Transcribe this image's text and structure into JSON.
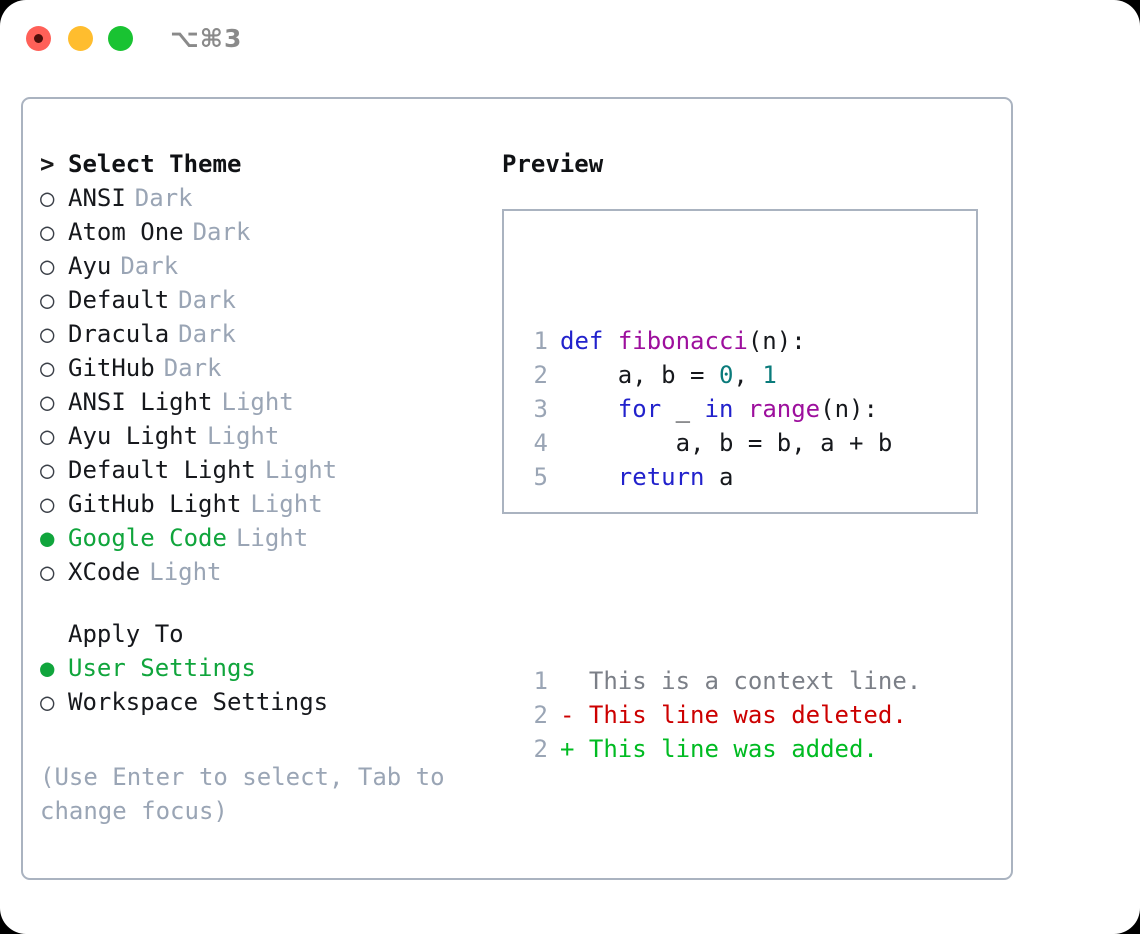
{
  "window": {
    "shortcut": "⌥⌘3",
    "traffic_lights": [
      {
        "name": "close",
        "color": "#ff6058"
      },
      {
        "name": "minimize",
        "color": "#ffbd2e"
      },
      {
        "name": "maximize",
        "color": "#19c332"
      }
    ]
  },
  "theme_list": {
    "heading": {
      "marker": ">",
      "label": "Select Theme"
    },
    "items": [
      {
        "marker": "○",
        "label": "ANSI",
        "suffix": "Dark",
        "selected": false
      },
      {
        "marker": "○",
        "label": "Atom One",
        "suffix": "Dark",
        "selected": false
      },
      {
        "marker": "○",
        "label": "Ayu",
        "suffix": "Dark",
        "selected": false
      },
      {
        "marker": "○",
        "label": "Default",
        "suffix": "Dark",
        "selected": false
      },
      {
        "marker": "○",
        "label": "Dracula",
        "suffix": "Dark",
        "selected": false
      },
      {
        "marker": "○",
        "label": "GitHub",
        "suffix": "Dark",
        "selected": false
      },
      {
        "marker": "○",
        "label": "ANSI Light",
        "suffix": "Light",
        "selected": false
      },
      {
        "marker": "○",
        "label": "Ayu Light",
        "suffix": "Light",
        "selected": false
      },
      {
        "marker": "○",
        "label": "Default Light",
        "suffix": "Light",
        "selected": false
      },
      {
        "marker": "○",
        "label": "GitHub Light",
        "suffix": "Light",
        "selected": false
      },
      {
        "marker": "●",
        "label": "Google Code",
        "suffix": "Light",
        "selected": true
      },
      {
        "marker": "○",
        "label": "XCode",
        "suffix": "Light",
        "selected": false
      }
    ]
  },
  "apply_to": {
    "heading": "Apply To",
    "items": [
      {
        "marker": "●",
        "label": "User Settings",
        "selected": true
      },
      {
        "marker": "○",
        "label": "Workspace Settings",
        "selected": false
      }
    ]
  },
  "hint": "(Use Enter to select, Tab to change focus)",
  "preview": {
    "title": "Preview",
    "code_lines": [
      {
        "num": "1",
        "tokens": [
          {
            "t": "def",
            "c": "kw"
          },
          {
            "t": " ",
            "c": "pl"
          },
          {
            "t": "fibonacci",
            "c": "fn"
          },
          {
            "t": "(n):",
            "c": "pl"
          }
        ]
      },
      {
        "num": "2",
        "tokens": [
          {
            "t": "    a, b = ",
            "c": "pl"
          },
          {
            "t": "0",
            "c": "num"
          },
          {
            "t": ", ",
            "c": "pl"
          },
          {
            "t": "1",
            "c": "num"
          }
        ]
      },
      {
        "num": "3",
        "tokens": [
          {
            "t": "    ",
            "c": "pl"
          },
          {
            "t": "for",
            "c": "kw"
          },
          {
            "t": " _ ",
            "c": "pl"
          },
          {
            "t": "in",
            "c": "kw"
          },
          {
            "t": " ",
            "c": "pl"
          },
          {
            "t": "range",
            "c": "fn"
          },
          {
            "t": "(n):",
            "c": "pl"
          }
        ]
      },
      {
        "num": "4",
        "tokens": [
          {
            "t": "        a, b = b, a + b",
            "c": "pl"
          }
        ]
      },
      {
        "num": "5",
        "tokens": [
          {
            "t": "    ",
            "c": "pl"
          },
          {
            "t": "return",
            "c": "kw"
          },
          {
            "t": " a",
            "c": "pl"
          }
        ]
      }
    ],
    "diff_lines": [
      {
        "num": "1",
        "tokens": [
          {
            "t": "  This is a context line.",
            "c": "ctx"
          }
        ]
      },
      {
        "num": "2",
        "tokens": [
          {
            "t": "- This line was deleted.",
            "c": "del"
          }
        ]
      },
      {
        "num": "2",
        "tokens": [
          {
            "t": "+ This line was added.",
            "c": "add"
          }
        ]
      }
    ]
  },
  "colors": {
    "selected_green": "#10a53c",
    "muted_gray": "#9aa5b5",
    "border": "#aab3c0",
    "keyword": "#2222cc",
    "function": "#9d0f9d",
    "number": "#0a7b7b",
    "diff_added": "#00bb22",
    "diff_deleted": "#cc0000",
    "diff_context": "#7b7f87"
  }
}
